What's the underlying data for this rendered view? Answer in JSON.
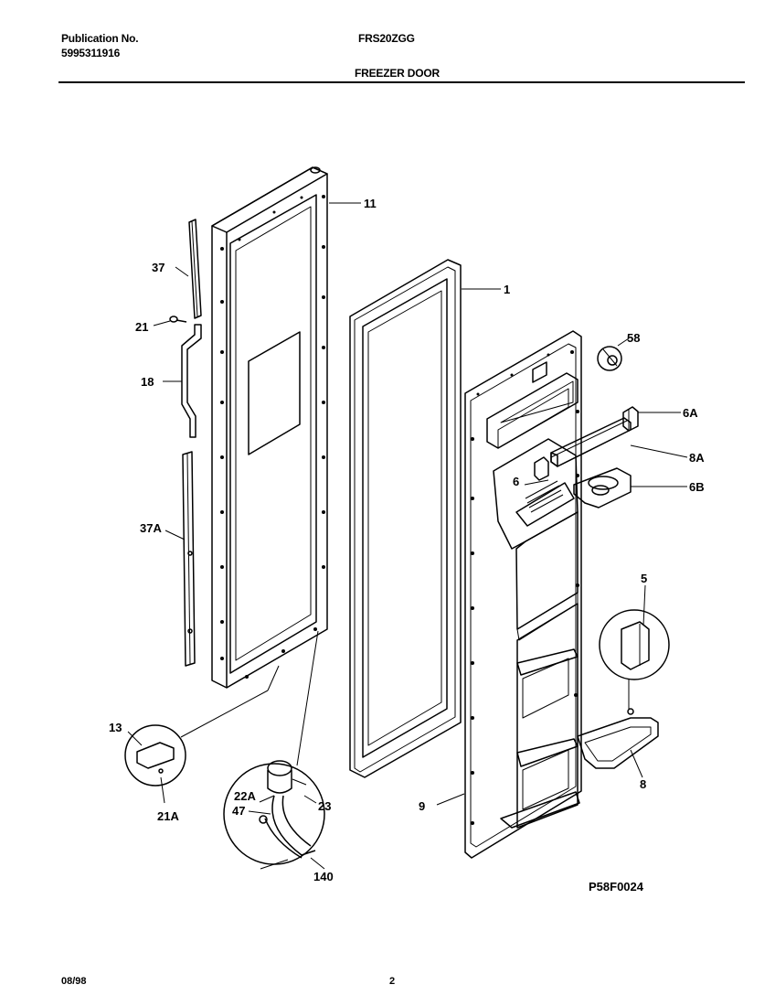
{
  "header": {
    "pub_label": "Publication No.",
    "pub_number": "5995311916",
    "model": "FRS20ZGG",
    "section": "FREEZER DOOR"
  },
  "labels": {
    "l11": "11",
    "l1": "1",
    "l58": "58",
    "l6A": "6A",
    "l8A": "8A",
    "l6": "6",
    "l6B": "6B",
    "l5": "5",
    "l8": "8",
    "l9": "9",
    "l37": "37",
    "l21": "21",
    "l18": "18",
    "l37A": "37A",
    "l13": "13",
    "l21A": "21A",
    "l22A": "22A",
    "l47": "47",
    "l23": "23",
    "l140": "140"
  },
  "figure_code": "P58F0024",
  "footer": {
    "date": "08/98",
    "page": "2"
  }
}
